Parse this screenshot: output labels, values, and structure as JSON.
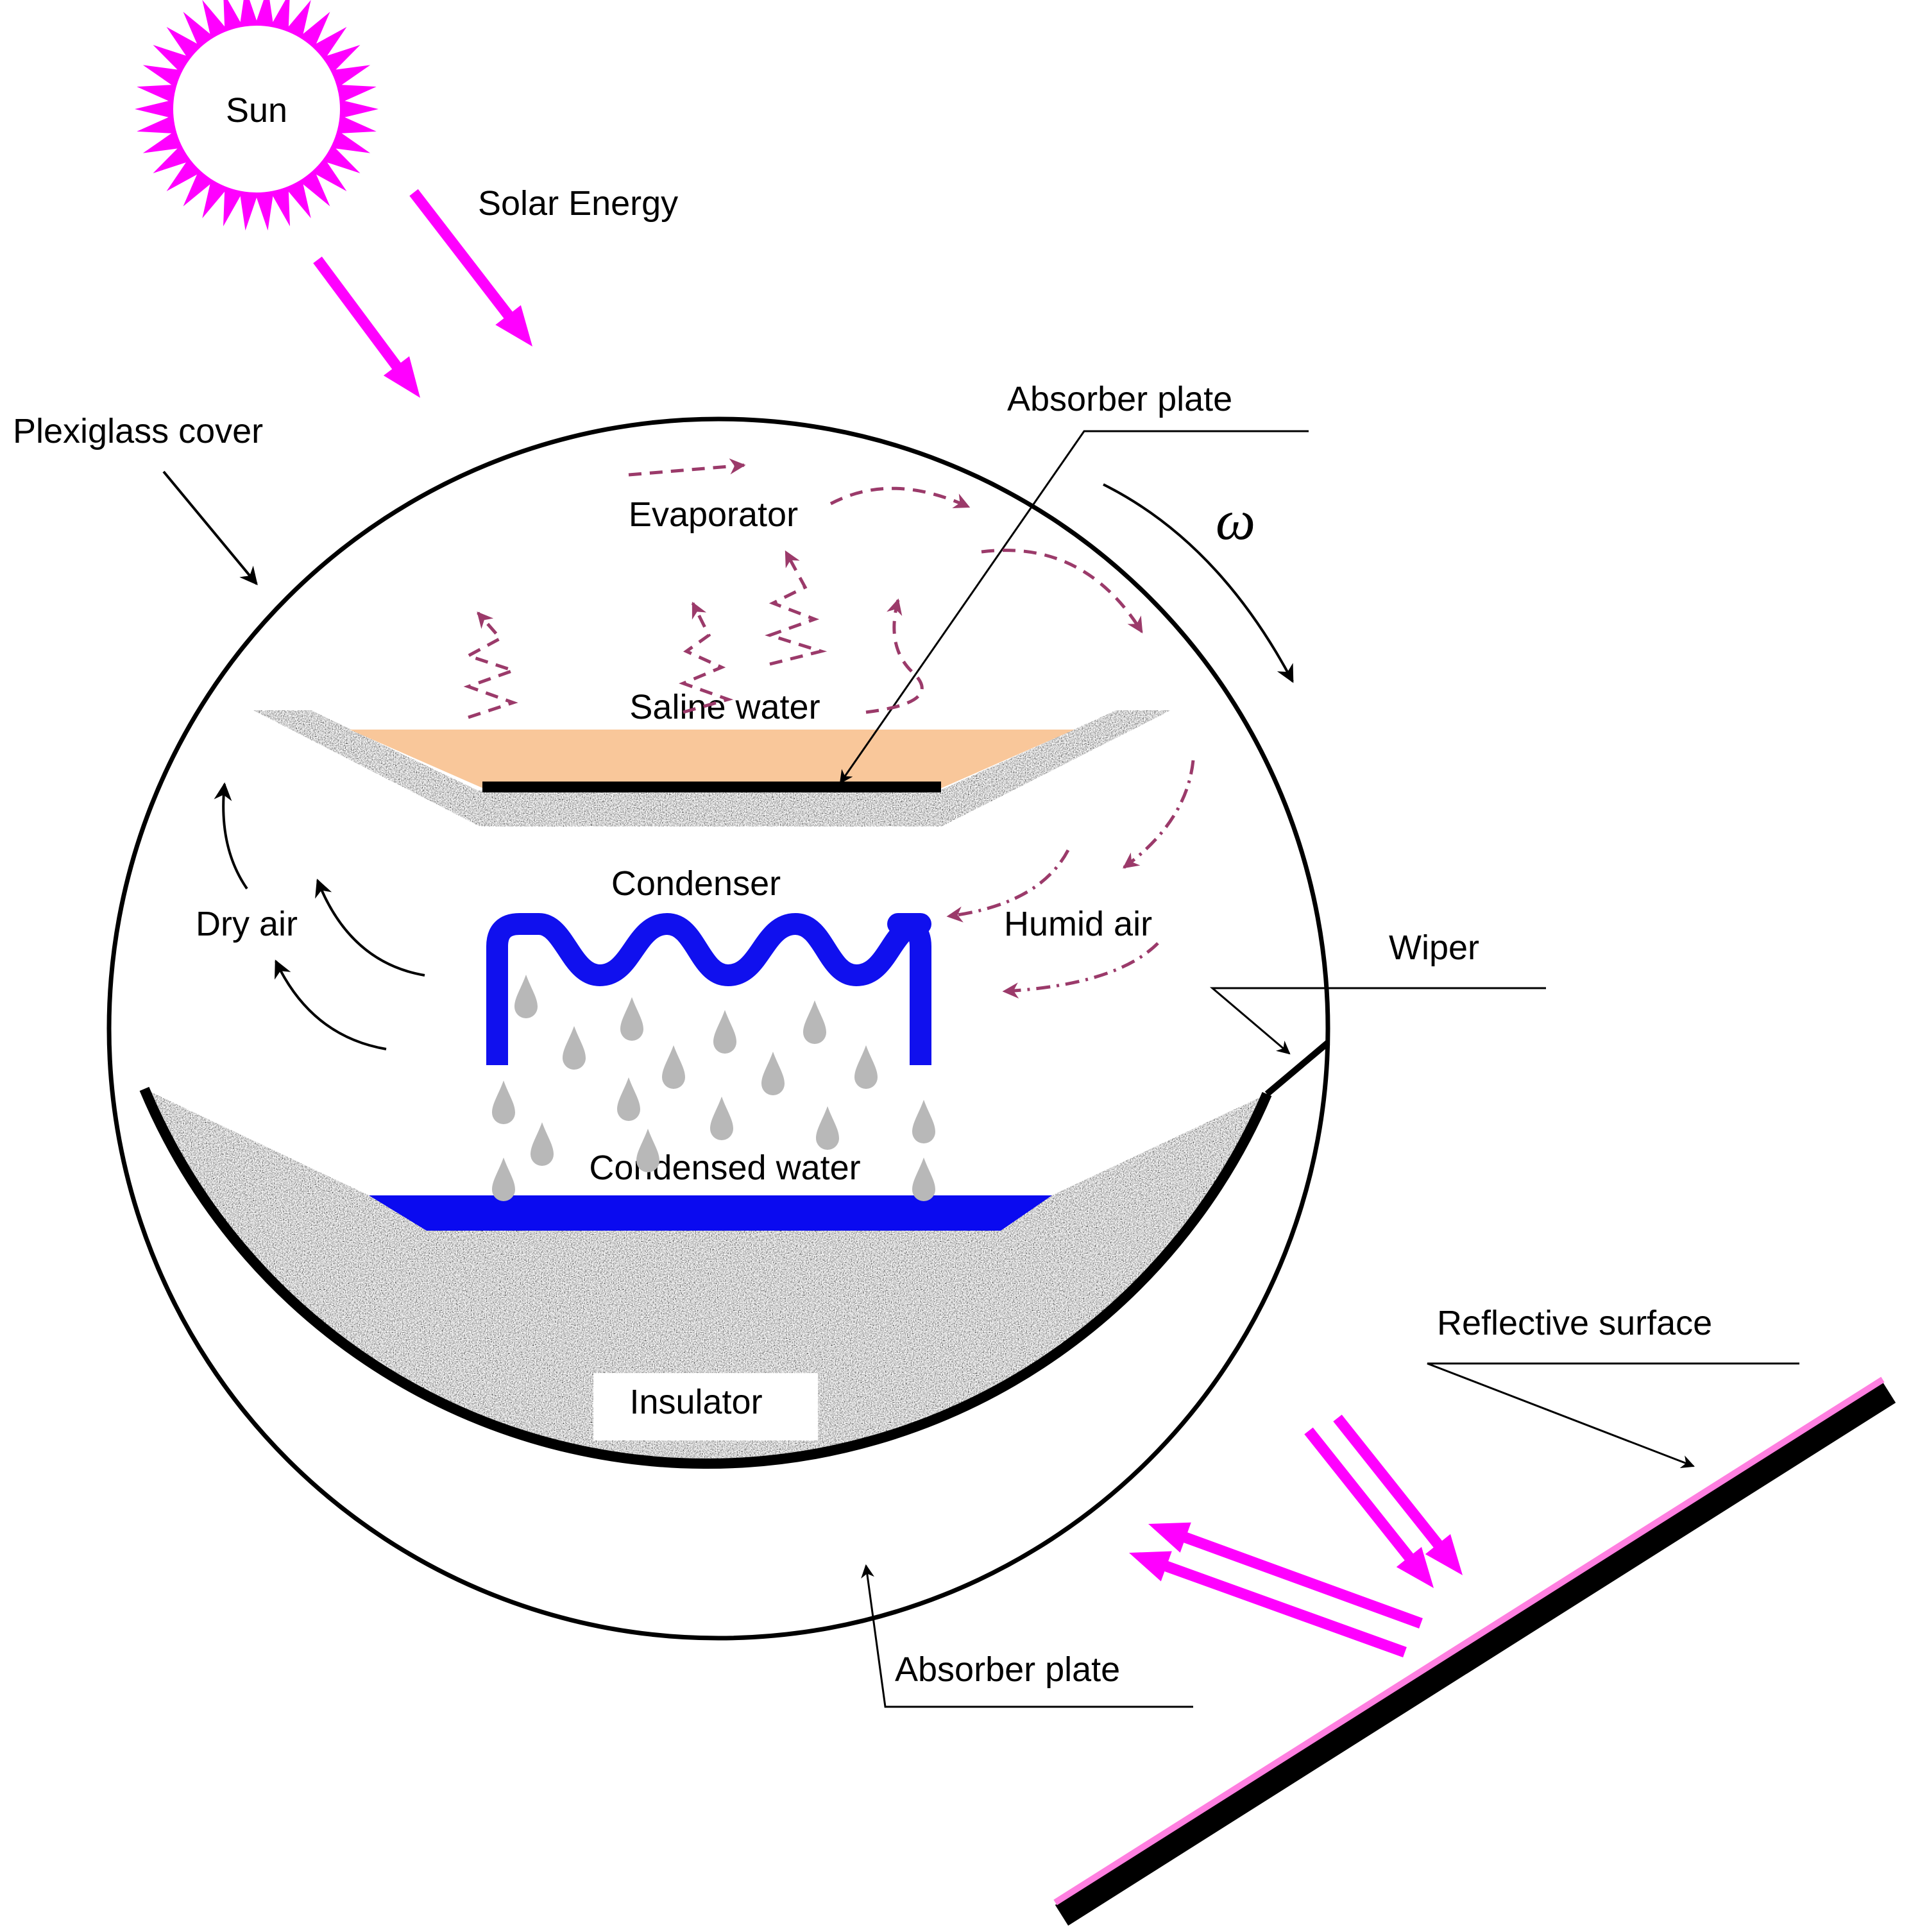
{
  "labels": {
    "sun": "Sun",
    "solar_energy": "Solar Energy",
    "plexiglass_cover": "Plexiglass cover",
    "absorber_plate_top": "Absorber plate",
    "omega": "ω",
    "evaporator": "Evaporator",
    "saline_water": "Saline water",
    "condenser": "Condenser",
    "dry_air": "Dry air",
    "humid_air": "Humid air",
    "wiper": "Wiper",
    "condensed_water": "Condensed water",
    "insulator": "Insulator",
    "reflective_surface": "Reflective surface",
    "absorber_plate_bottom": "Absorber plate"
  },
  "colors": {
    "solar": "#ff00ff",
    "vapor": "#9b3a6a",
    "saline_water": "#f9c79a",
    "condenser": "#1010ee",
    "condensed_water": "#0a0af0",
    "droplet": "#b8b8b8",
    "insulator": "#9a9a9a",
    "reflector_edge": "#ff7fe0",
    "outline": "#000000"
  }
}
